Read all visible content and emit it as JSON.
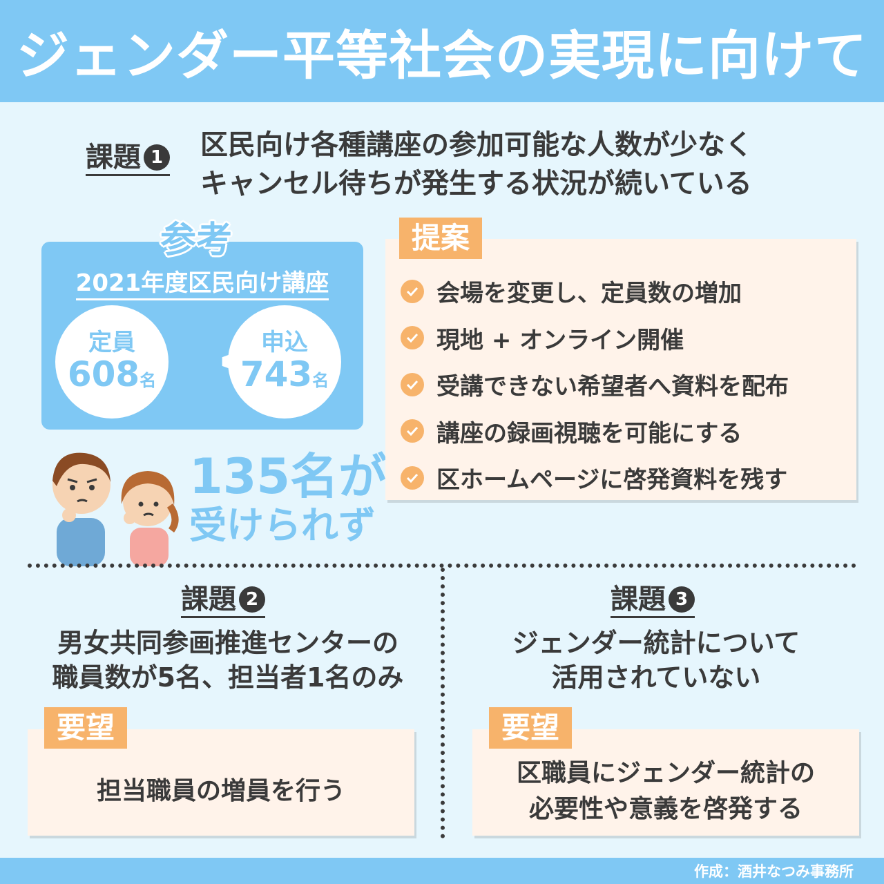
{
  "header": {
    "title": "ジェンダー平等社会の実現に向けて"
  },
  "issue1": {
    "label": "課題",
    "number": "1",
    "text_line1": "区民向け各種講座の参加可能な人数が少なく",
    "text_line2": "キャンセル待ちが発生する状況が続いている"
  },
  "reference": {
    "title": "参考",
    "subtitle": "2021年度区民向け講座",
    "capacity_label": "定員",
    "capacity_value": "608",
    "capacity_unit": "名",
    "comparator": "<",
    "applications_label": "申込",
    "applications_value": "743",
    "applications_unit": "名",
    "shortfall_line1": "135名が",
    "shortfall_line2": "受けられず"
  },
  "proposal": {
    "tag": "提案",
    "items": [
      "会場を変更し、定員数の増加",
      "現地 + オンライン開催",
      "受講できない希望者へ資料を配布",
      "講座の録画視聴を可能にする",
      "区ホームページに啓発資料を残す"
    ]
  },
  "issue2": {
    "label": "課題",
    "number": "2",
    "text_line1": "男女共同参画推進センターの",
    "text_line2": "職員数が5名、担当者1名のみ",
    "request_tag": "要望",
    "request_text": "担当職員の増員を行う"
  },
  "issue3": {
    "label": "課題",
    "number": "3",
    "text_line1": "ジェンダー統計について",
    "text_line2": "活用されていない",
    "request_tag": "要望",
    "request_line1": "区職員にジェンダー統計の",
    "request_line2": "必要性や意義を啓発する"
  },
  "footer": {
    "credit": "作成：酒井なつみ事務所"
  },
  "colors": {
    "accent_blue": "#7fc8f4",
    "accent_orange": "#f7b36b",
    "panel_bg": "#fff3ea",
    "page_bg": "#e6f6fd"
  },
  "icons": {
    "check": "check-circle-icon",
    "people": "worried-people-illustration"
  }
}
